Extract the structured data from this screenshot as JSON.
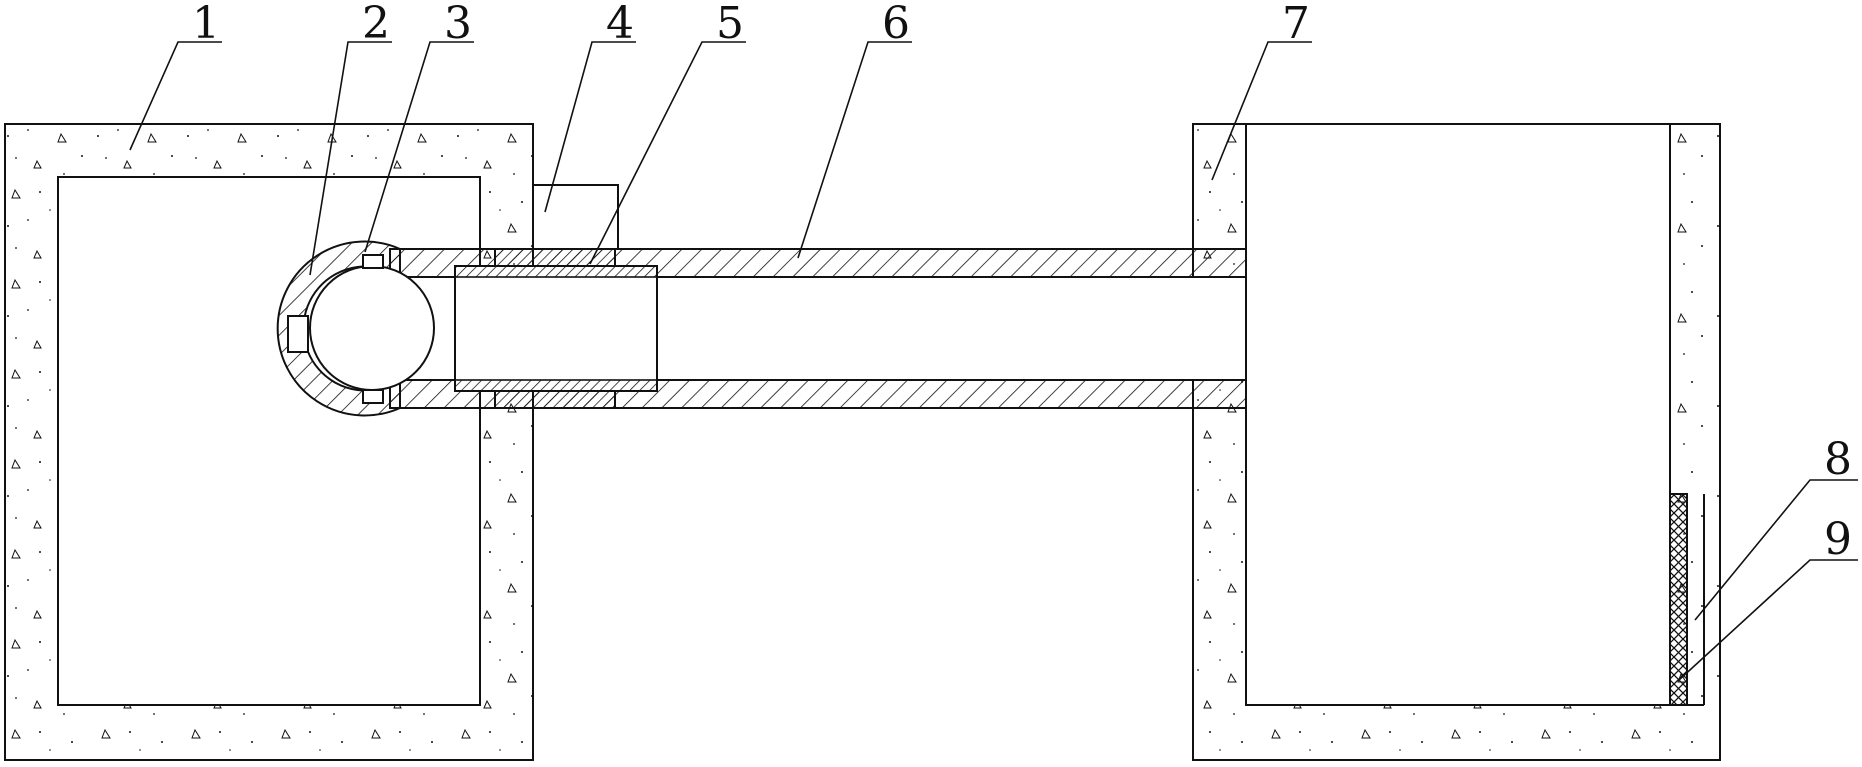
{
  "labels": {
    "l1": "1",
    "l2": "2",
    "l3": "3",
    "l4": "4",
    "l5": "5",
    "l6": "6",
    "l7": "7",
    "l8": "8",
    "l9": "9"
  },
  "colors": {
    "line": "#111111",
    "background": "#ffffff"
  }
}
